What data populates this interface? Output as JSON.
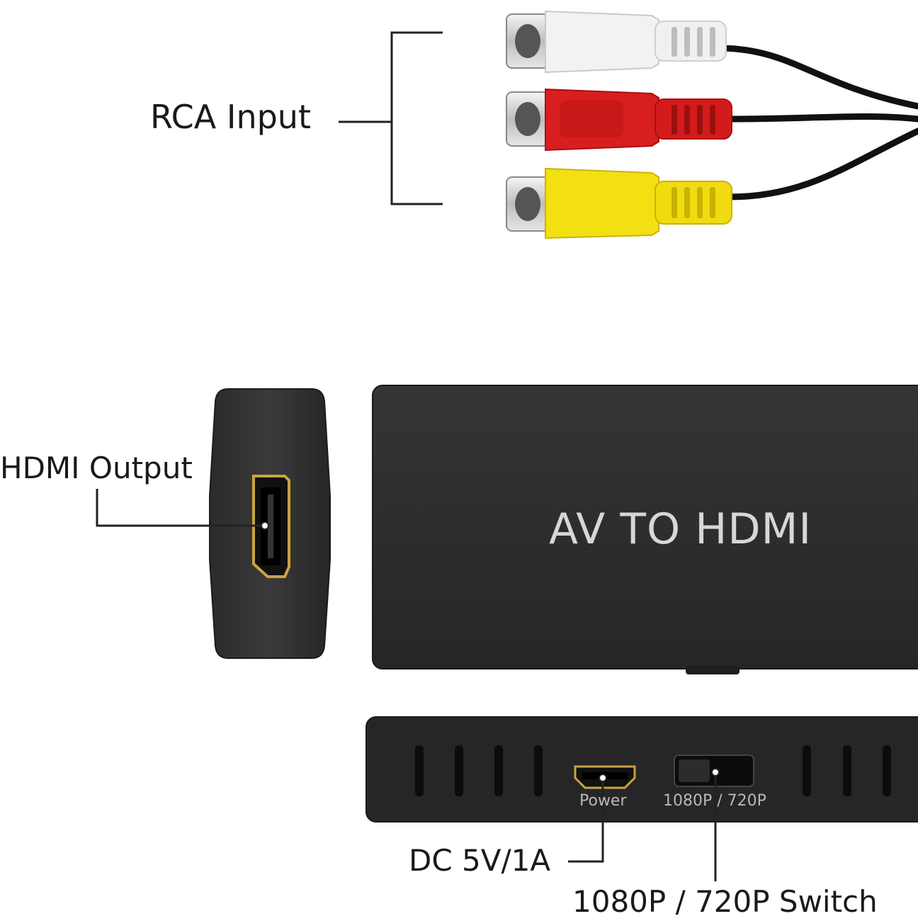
{
  "labels": {
    "rca_input": "RCA Input",
    "hdmi_output": "HDMI Output",
    "dc_power": "DC 5V/1A",
    "resolution_switch": "1080P / 720P Switch"
  },
  "device": {
    "title": "AV TO HDMI",
    "power_port_label": "Power",
    "switch_label": "1080P / 720P"
  },
  "colors": {
    "device_body": "#2a2a2a",
    "cable_white": "#f2f2f2",
    "cable_red": "#d81e1e",
    "cable_yellow": "#f3e012",
    "hdmi_gold": "#c9a441"
  }
}
